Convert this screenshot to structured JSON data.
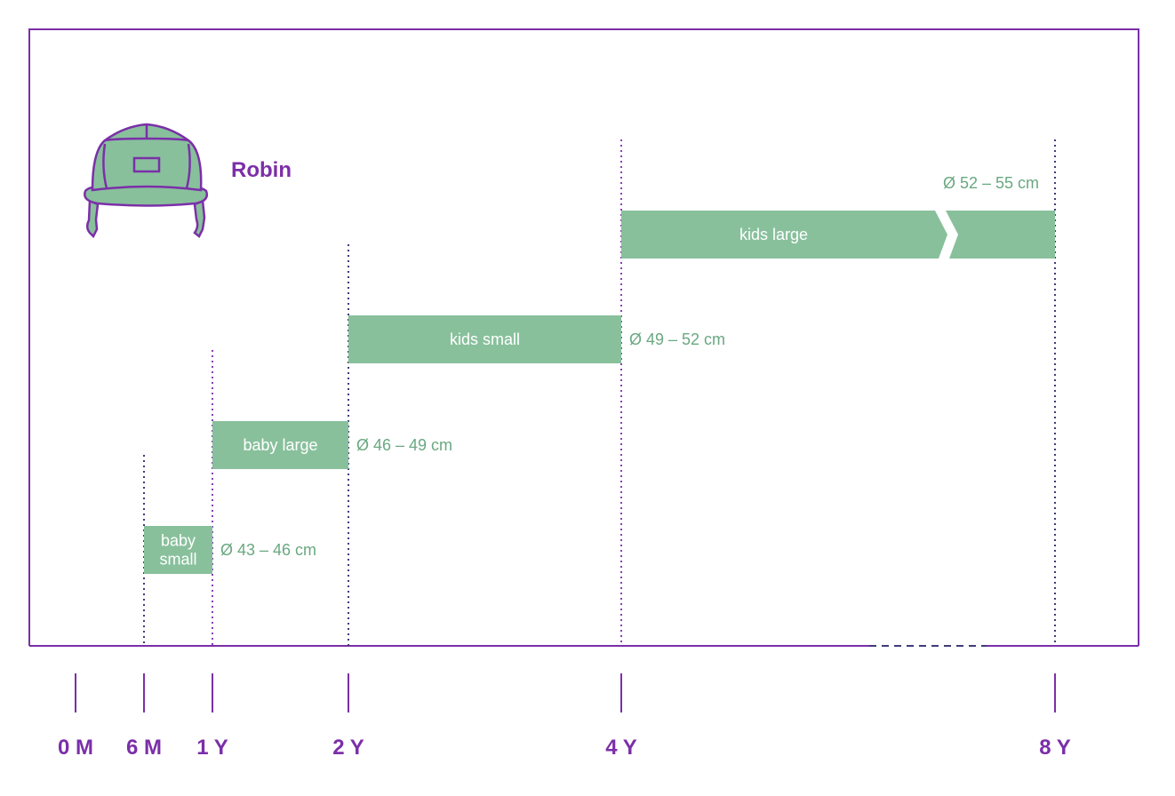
{
  "colors": {
    "frame": "#7b2fa8",
    "bar": "#88c09c",
    "range_text": "#6aa881",
    "dotted_line": "#3d3d7a",
    "dotted_line_alt": "#8a3fb8",
    "tick_label": "#7b2fa8"
  },
  "icons": {
    "product": "winter-cap-icon"
  },
  "chart_data": {
    "type": "bar",
    "orientation": "horizontal",
    "title": "Robin",
    "x_ticks": [
      {
        "label": "0 M",
        "months": 0
      },
      {
        "label": "6 M",
        "months": 6
      },
      {
        "label": "1 Y",
        "months": 12
      },
      {
        "label": "2 Y",
        "months": 24
      },
      {
        "label": "4 Y",
        "months": 48
      },
      {
        "label": "8 Y",
        "months": 96
      }
    ],
    "x_axis_break": {
      "between_months": [
        48,
        96
      ]
    },
    "sizes": [
      {
        "name": "baby small",
        "lines": [
          "baby",
          "small"
        ],
        "start_months": 6,
        "end_months": 12,
        "range": "Ø 43 – 46 cm",
        "range_position": "right"
      },
      {
        "name": "baby large",
        "lines": [
          "baby large"
        ],
        "start_months": 12,
        "end_months": 24,
        "range": "Ø 46 – 49 cm",
        "range_position": "right"
      },
      {
        "name": "kids small",
        "lines": [
          "kids small"
        ],
        "start_months": 24,
        "end_months": 48,
        "range": "Ø 49 – 52 cm",
        "range_position": "right"
      },
      {
        "name": "kids large",
        "lines": [
          "kids large"
        ],
        "start_months": 48,
        "end_months": 96,
        "range": "Ø 52 – 55 cm",
        "range_position": "above-right",
        "break": true
      }
    ]
  }
}
